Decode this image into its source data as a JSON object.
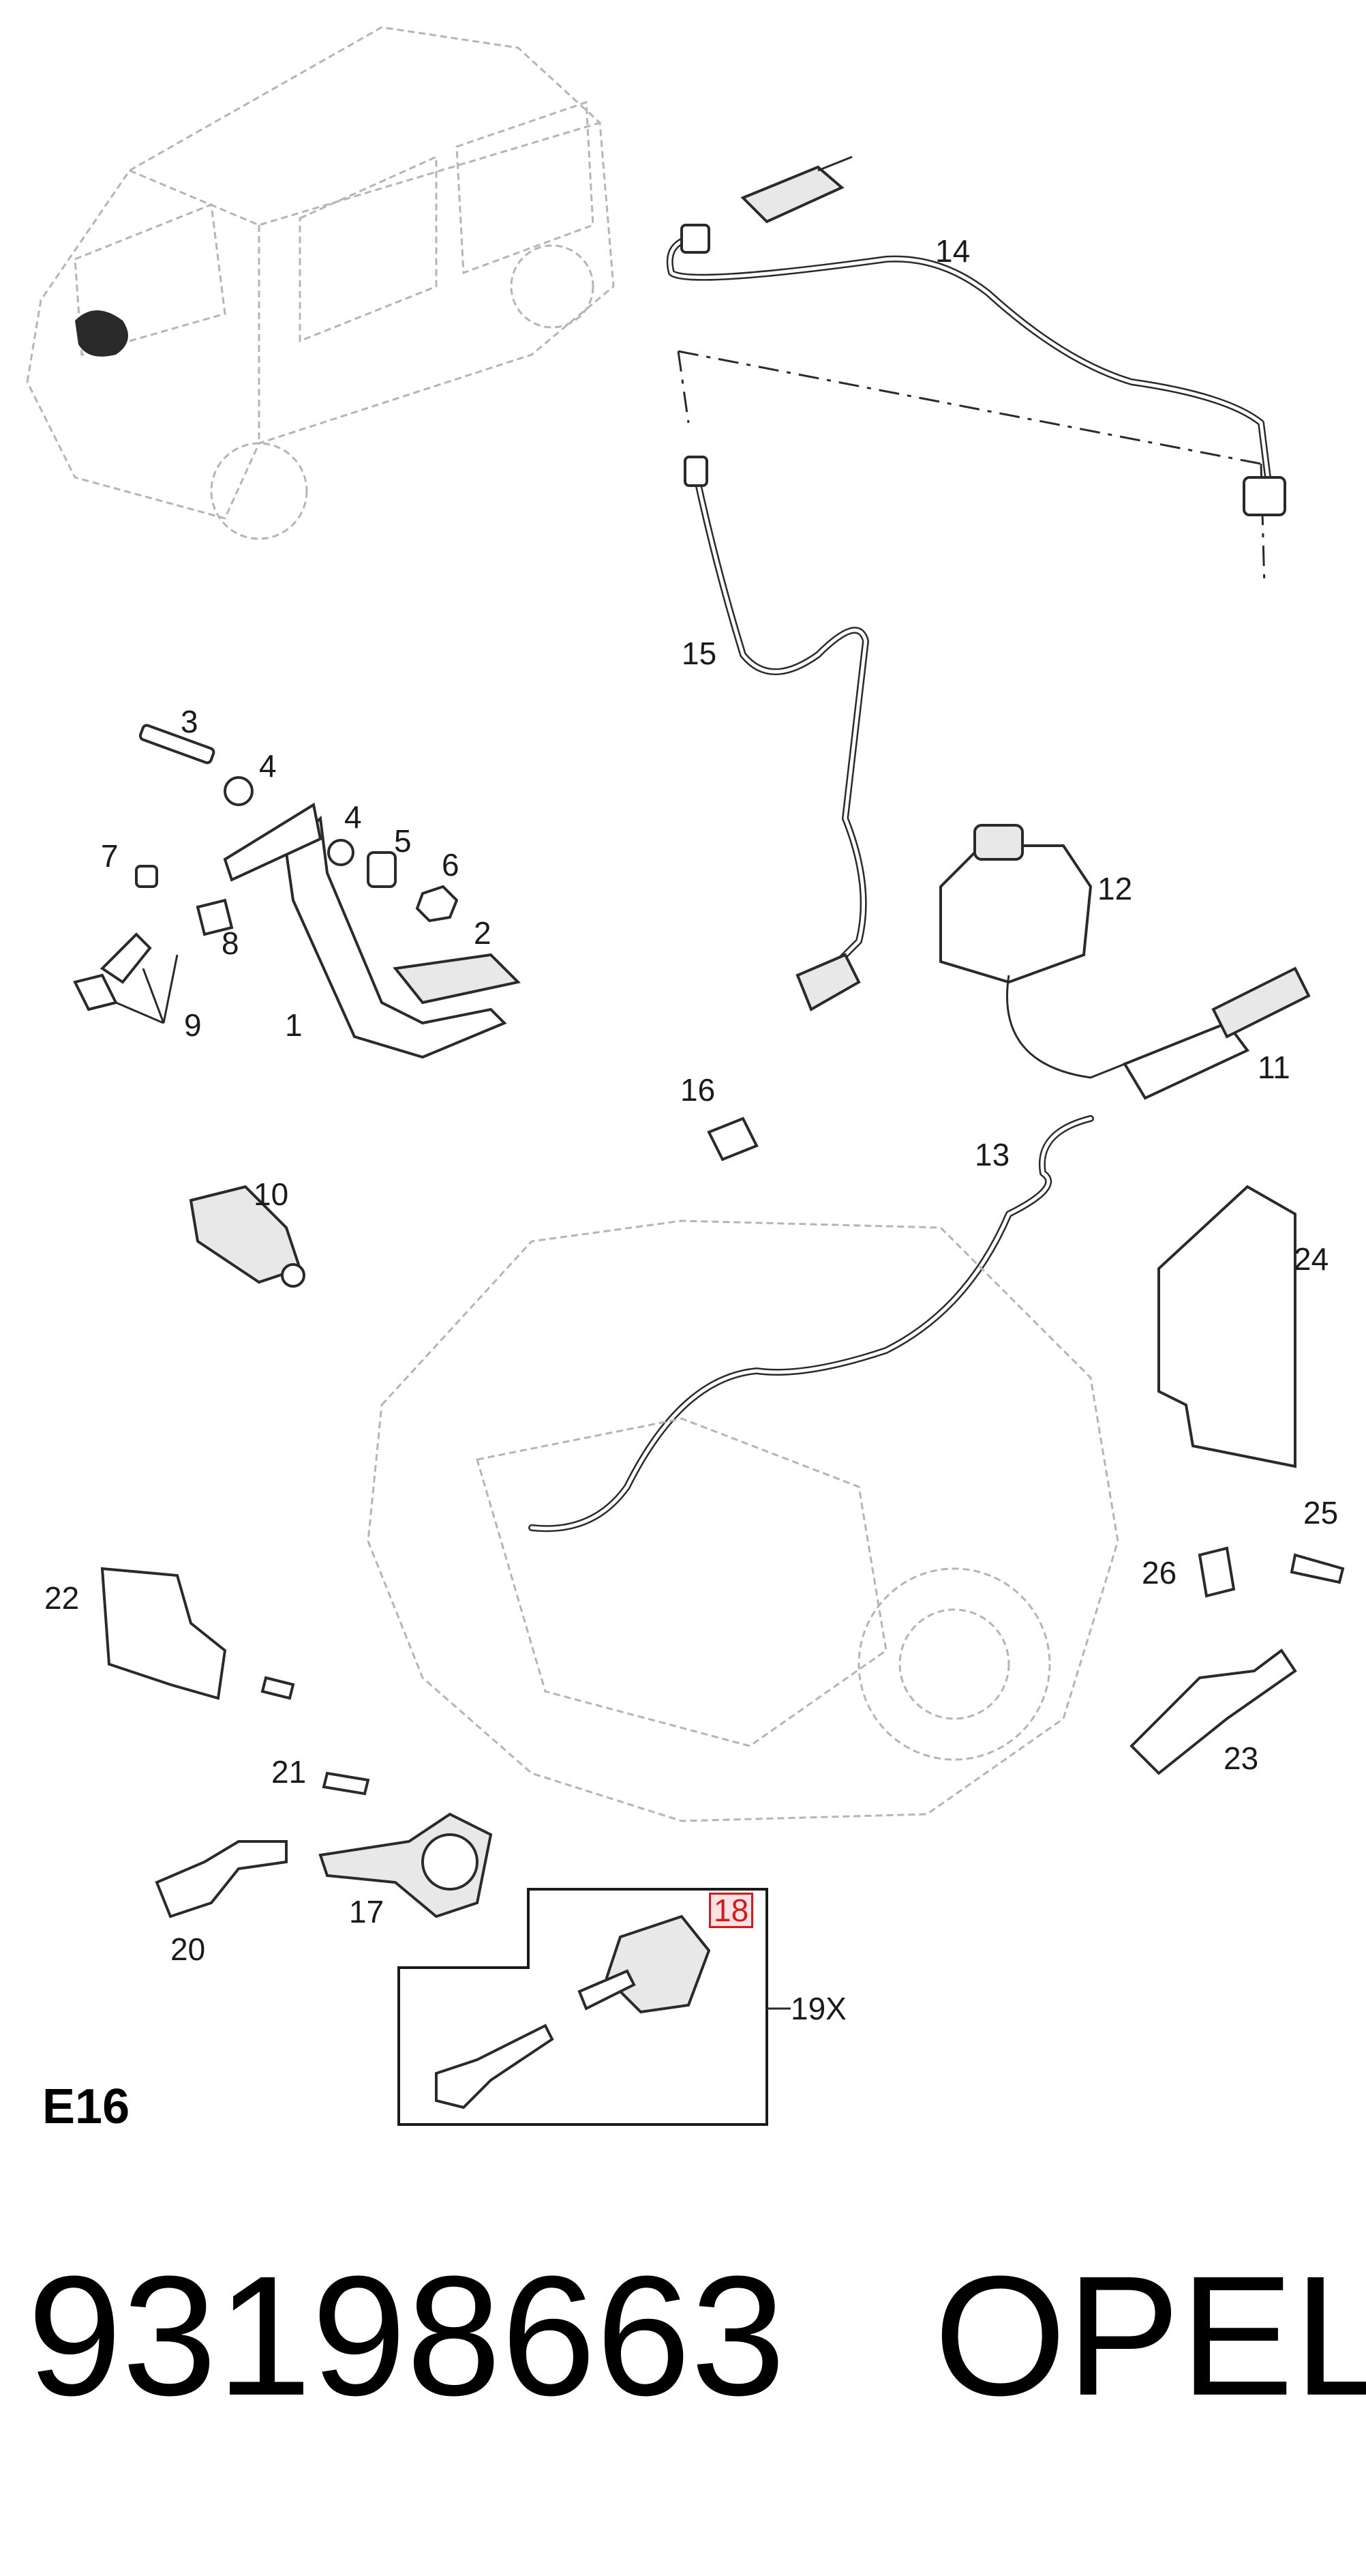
{
  "callouts": [
    {
      "id": "14",
      "label": "14"
    },
    {
      "id": "15",
      "label": "15"
    },
    {
      "id": "3",
      "label": "3"
    },
    {
      "id": "4a",
      "label": "4"
    },
    {
      "id": "4b",
      "label": "4"
    },
    {
      "id": "5",
      "label": "5"
    },
    {
      "id": "6",
      "label": "6"
    },
    {
      "id": "7",
      "label": "7"
    },
    {
      "id": "8",
      "label": "8"
    },
    {
      "id": "2",
      "label": "2"
    },
    {
      "id": "9",
      "label": "9"
    },
    {
      "id": "1",
      "label": "1"
    },
    {
      "id": "12",
      "label": "12"
    },
    {
      "id": "11",
      "label": "11"
    },
    {
      "id": "16",
      "label": "16"
    },
    {
      "id": "13",
      "label": "13"
    },
    {
      "id": "10",
      "label": "10"
    },
    {
      "id": "24",
      "label": "24"
    },
    {
      "id": "25",
      "label": "25"
    },
    {
      "id": "26",
      "label": "26"
    },
    {
      "id": "22",
      "label": "22"
    },
    {
      "id": "23",
      "label": "23"
    },
    {
      "id": "21",
      "label": "21"
    },
    {
      "id": "17",
      "label": "17"
    },
    {
      "id": "20",
      "label": "20"
    },
    {
      "id": "18",
      "label": "18",
      "highlighted": true
    },
    {
      "id": "19X",
      "label": "19X"
    }
  ],
  "diagram_code": "E16",
  "part_number": "93198663",
  "brand": "OPEL",
  "colors": {
    "highlight": "#d7191c",
    "line": "#2a2a2a",
    "ghost": "#b5b5b5"
  }
}
